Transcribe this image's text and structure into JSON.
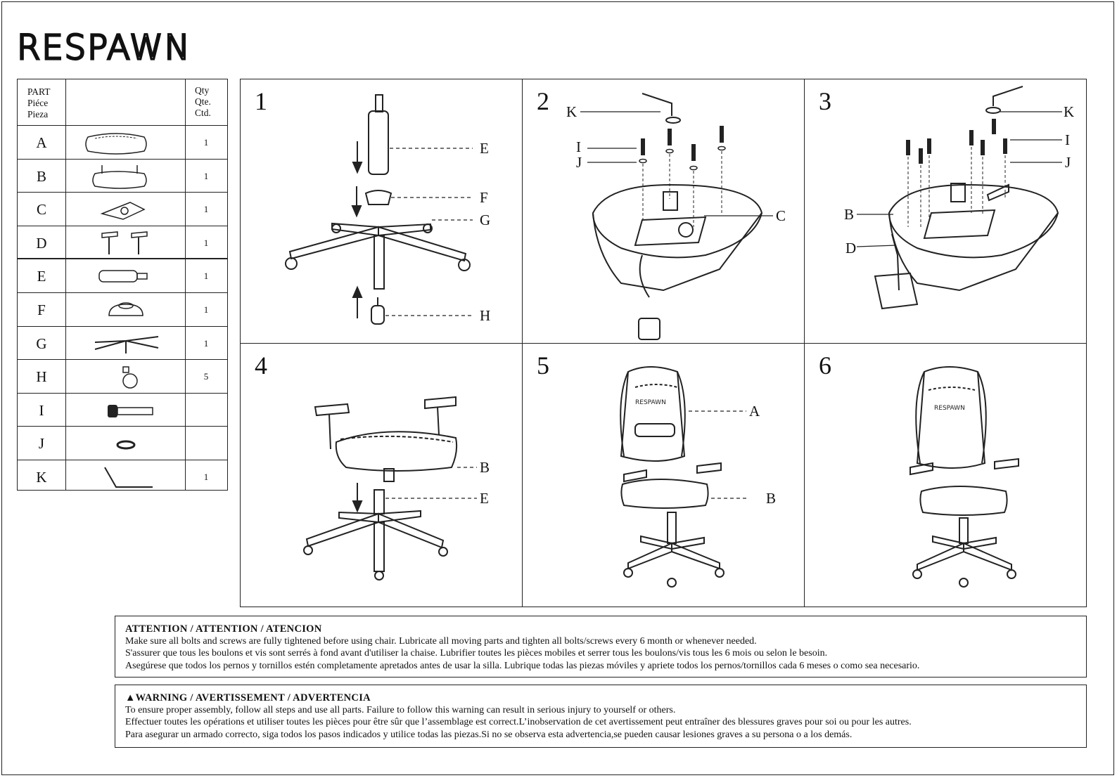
{
  "brand": "RESPAWN",
  "parts_table": {
    "header_part": [
      "PART",
      "Piéce",
      "Pieza"
    ],
    "header_qty": [
      "Qty",
      "Qte.",
      "Ctd."
    ],
    "rows": [
      {
        "letter": "A",
        "qty": "1"
      },
      {
        "letter": "B",
        "qty": "1"
      },
      {
        "letter": "C",
        "qty": "1"
      },
      {
        "letter": "D",
        "qty": "1"
      },
      {
        "letter": "E",
        "qty": "1"
      },
      {
        "letter": "F",
        "qty": "1"
      },
      {
        "letter": "G",
        "qty": "1"
      },
      {
        "letter": "H",
        "qty": "5"
      },
      {
        "letter": "I",
        "qty": ""
      },
      {
        "letter": "J",
        "qty": ""
      },
      {
        "letter": "K",
        "qty": "1"
      }
    ]
  },
  "steps": [
    {
      "number": "1",
      "labels": [
        "E",
        "F",
        "G",
        "H"
      ]
    },
    {
      "number": "2",
      "labels": [
        "K",
        "I",
        "J",
        "C"
      ]
    },
    {
      "number": "3",
      "labels": [
        "K",
        "I",
        "J",
        "B",
        "D"
      ]
    },
    {
      "number": "4",
      "labels": [
        "B",
        "E"
      ]
    },
    {
      "number": "5",
      "labels": [
        "A",
        "B"
      ],
      "backrest_text": "RESPAWN"
    },
    {
      "number": "6",
      "labels": [],
      "backrest_text": "RESPAWN"
    }
  ],
  "attention": {
    "title": "ATTENTION / ATTENTION / ATENCION",
    "lines": [
      "Make sure all bolts and screws are fully tightened before using chair. Lubricate all moving parts and tighten all bolts/screws every 6 month or whenever needed.",
      "S'assurer que tous les boulons et vis sont serrés à fond avant d'utiliser la chaise. Lubrifier toutes les pièces mobiles et serrer tous les boulons/vis tous les 6 mois ou selon le besoin.",
      "Asegúrese que todos los pernos y tornillos estén completamente apretados antes de usar la silla. Lubrique todas las piezas móviles y apriete todos los pernos/tornillos cada 6 meses o como sea necesario."
    ]
  },
  "warning": {
    "title": "WARNING / AVERTISSEMENT / ADVERTENCIA",
    "lines": [
      "To ensure proper assembly, follow all steps and use all parts. Failure to follow this warning can result in serious injury to yourself or others.",
      "Effectuer toutes les opérations et utiliser toutes les pièces pour être sûr que l’assemblage est correct.L’inobservation de cet avertissement peut entraîner des blessures graves pour soi ou pour les autres.",
      "Para asegurar un armado correcto, siga todos los pasos indicados y utilice todas las piezas.Si no se observa esta advertencia,se pueden causar lesiones graves a su persona o a los demás."
    ]
  }
}
